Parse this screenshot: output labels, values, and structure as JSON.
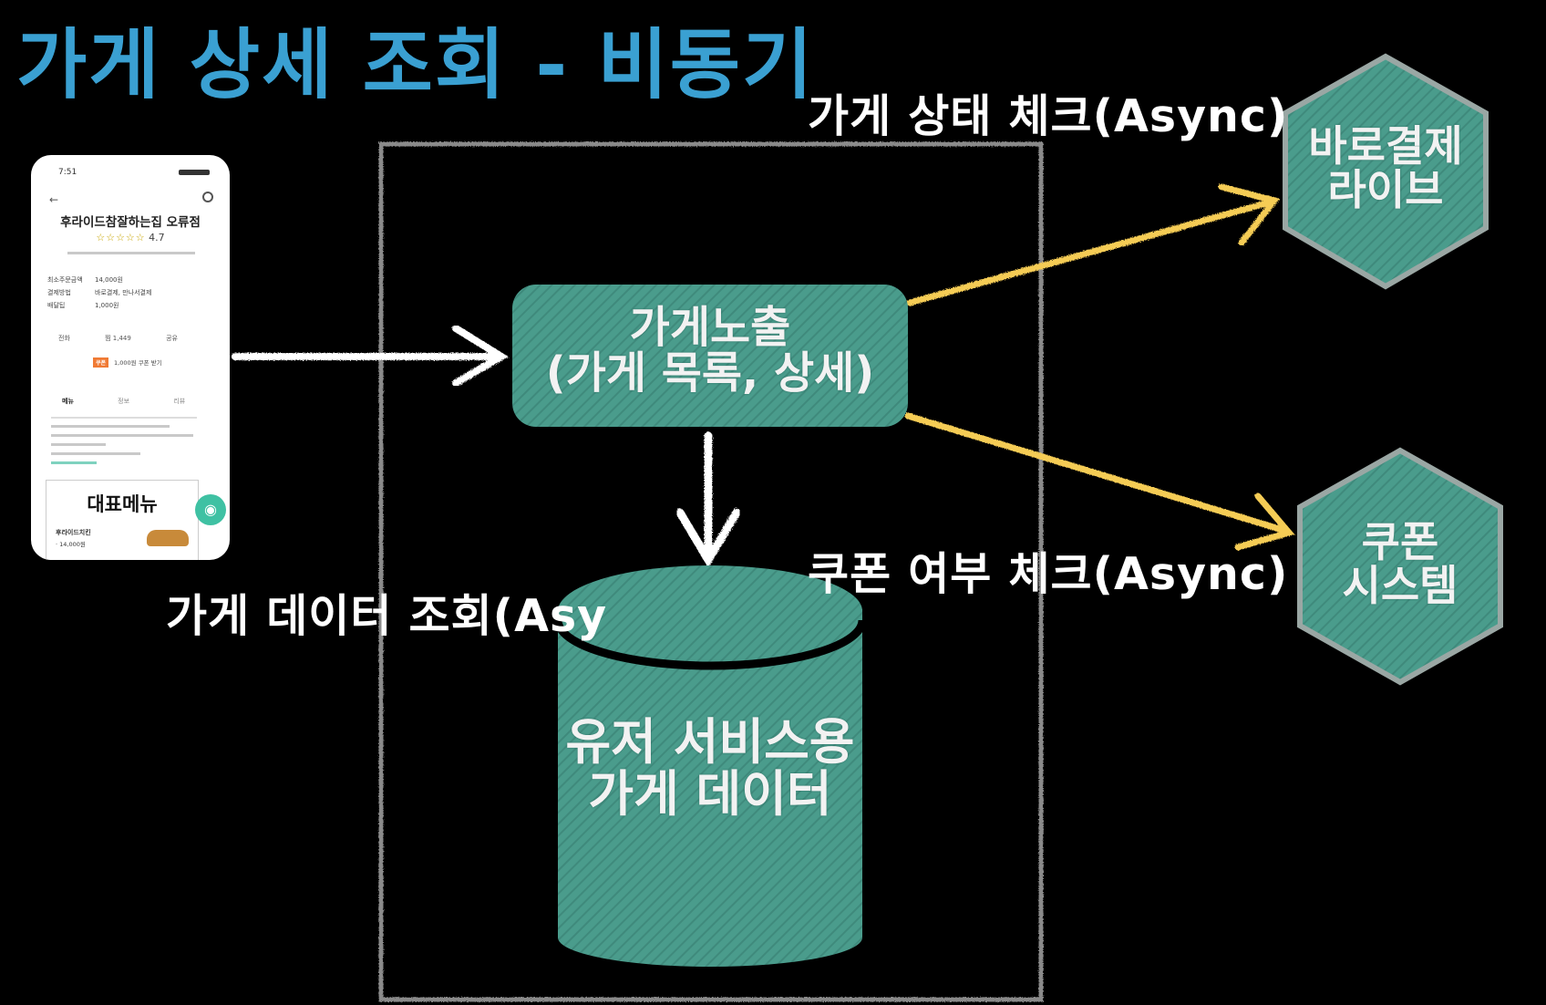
{
  "title": "가게 상세 조회 - 비동기",
  "labels": {
    "status_check": "가게 상태 체크(Async)",
    "coupon_check": "쿠폰 여부 체크(Async)",
    "data_query": "가게 데이터 조회(Asy"
  },
  "boxes": {
    "store_exposure_line1": "가게노출",
    "store_exposure_line2": "(가게 목록, 상세)",
    "database_line1": "유저 서비스용",
    "database_line2": "가게 데이터",
    "pay_live_line1": "바로결제",
    "pay_live_line2": "라이브",
    "coupon_system_line1": "쿠폰",
    "coupon_system_line2": "시스템"
  },
  "phone": {
    "time": "7:51",
    "back_icon": "←",
    "store_name": "후라이드참잘하는집 오류점",
    "stars": "☆☆☆☆☆",
    "rating": "4.7",
    "min_order_label": "최소주문금액",
    "min_order_value": "14,000원",
    "payment_label": "결제방법",
    "payment_value": "바로결제, 만나서결제",
    "delivery_label": "배달팁",
    "delivery_value": "1,000원",
    "action_call": "전화",
    "action_like": "찜 1,449",
    "action_share": "공유",
    "coupon_badge": "쿠폰",
    "coupon_text": "1,000원 쿠폰 받기",
    "tab_menu": "메뉴",
    "tab_info": "정보",
    "tab_review": "리뷰",
    "menu_title": "대표메뉴",
    "menu_item": "후라이드치킨",
    "menu_price": "· 14,000원"
  },
  "colors": {
    "title": "#3aa0d2",
    "teal": "#4a9c8c",
    "hex_border": "#9aa7a4",
    "arrow_yellow": "#f5cc55",
    "arrow_white": "#ffffff",
    "container_border": "#8a8a8a"
  }
}
